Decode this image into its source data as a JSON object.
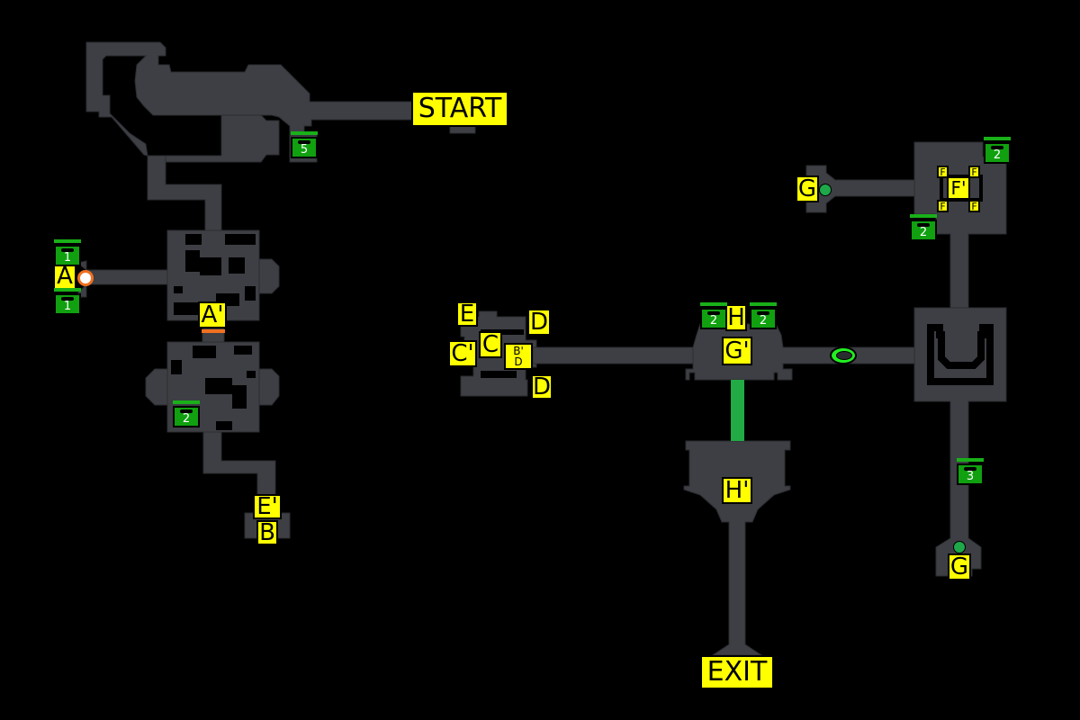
{
  "map": {
    "start_label": "START",
    "exit_label": "EXIT",
    "floor_color": "#3d3f44",
    "label_color": "#ffff00",
    "chest_color": "#10a010"
  },
  "warps": [
    {
      "id": "A",
      "label": "A"
    },
    {
      "id": "A-prime",
      "label": "A'"
    },
    {
      "id": "B",
      "label": "B"
    },
    {
      "id": "B-prime-D",
      "label_top": "B'",
      "label_bottom": "D"
    },
    {
      "id": "C",
      "label": "C"
    },
    {
      "id": "C-prime",
      "label": "C'"
    },
    {
      "id": "D-top",
      "label": "D"
    },
    {
      "id": "D-bottom",
      "label": "D"
    },
    {
      "id": "E",
      "label": "E"
    },
    {
      "id": "E-prime",
      "label": "E'"
    },
    {
      "id": "F-prime",
      "label": "F'"
    },
    {
      "id": "F-tl",
      "label": "F"
    },
    {
      "id": "F-tr",
      "label": "F"
    },
    {
      "id": "F-bl",
      "label": "F"
    },
    {
      "id": "F-br",
      "label": "F"
    },
    {
      "id": "G-top",
      "label": "G"
    },
    {
      "id": "G-bottom",
      "label": "G"
    },
    {
      "id": "G-prime",
      "label": "G'"
    },
    {
      "id": "H",
      "label": "H"
    },
    {
      "id": "H-prime",
      "label": "H'"
    }
  ],
  "chests": [
    {
      "id": "chest-start",
      "count": "5"
    },
    {
      "id": "chest-a-top",
      "count": "1"
    },
    {
      "id": "chest-a-bottom",
      "count": "1"
    },
    {
      "id": "chest-room2",
      "count": "2"
    },
    {
      "id": "chest-h-left",
      "count": "2"
    },
    {
      "id": "chest-h-right",
      "count": "2"
    },
    {
      "id": "chest-ne-top",
      "count": "2"
    },
    {
      "id": "chest-ne-left",
      "count": "2"
    },
    {
      "id": "chest-east",
      "count": "3"
    }
  ]
}
